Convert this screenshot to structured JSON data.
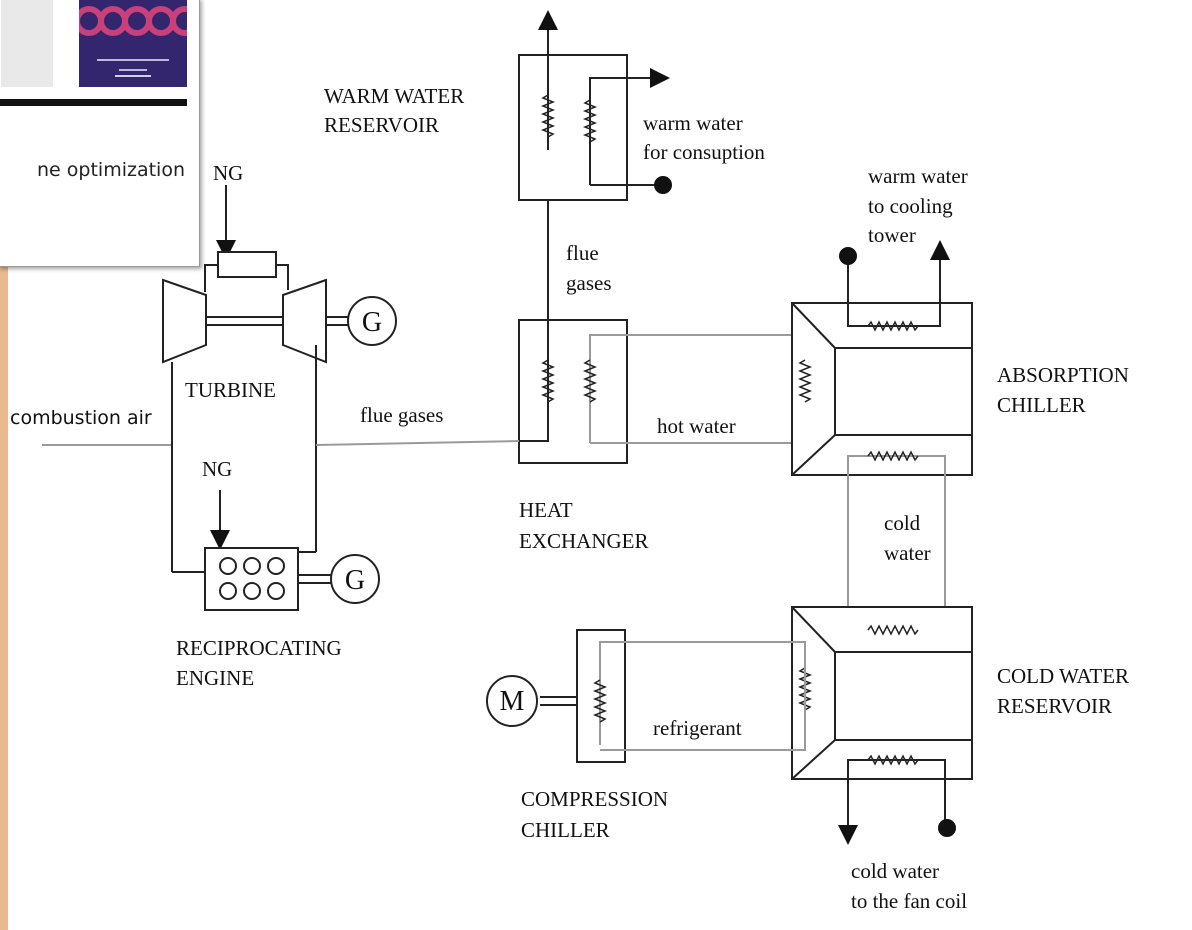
{
  "popup": {
    "caption_fragment": "ne optimization",
    "thumbnail": "book-cover-thumbnail"
  },
  "diagram": {
    "labels": {
      "warm_water_reservoir": [
        "WARM WATER",
        "RESERVOIR"
      ],
      "warm_water_consumption": [
        "warm water",
        "for consuption"
      ],
      "warm_water_cooling_tower": [
        "warm water",
        "to cooling",
        "tower"
      ],
      "ng_top": "NG",
      "flue_gases_vertical": [
        "flue",
        "gases"
      ],
      "turbine": "TURBINE",
      "generator_top": "G",
      "absorption_chiller": [
        "ABSORPTION",
        "CHILLER"
      ],
      "combustion_air": "combustion air",
      "flue_gases_horizontal": "flue gases",
      "hot_water": "hot water",
      "ng_bottom": "NG",
      "heat_exchanger": [
        "HEAT",
        "EXCHANGER"
      ],
      "cold_water": [
        "cold",
        "water"
      ],
      "generator_bottom": "G",
      "reciprocating_engine": [
        "RECIPROCATING",
        "ENGINE"
      ],
      "cold_water_reservoir": [
        "COLD WATER",
        "RESERVOIR"
      ],
      "motor": "M",
      "refrigerant": "refrigerant",
      "compression_chiller": [
        "COMPRESSION",
        "CHILLER"
      ],
      "cold_water_fan_coil": [
        "cold water",
        "to the fan coil"
      ]
    }
  }
}
